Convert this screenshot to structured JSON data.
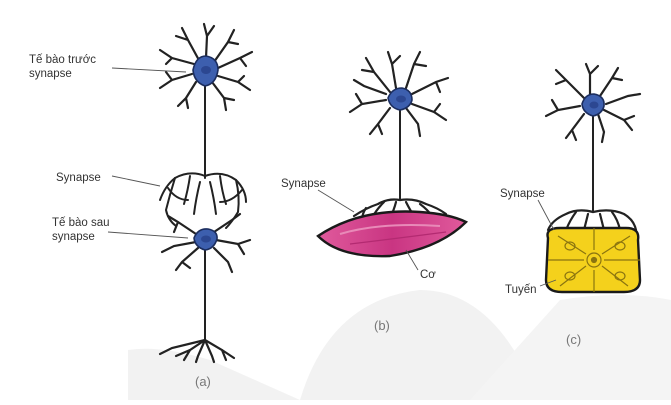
{
  "labels": {
    "presynaptic_line1": "Tế bào trước",
    "presynaptic_line2": "synapse",
    "synapse_a": "Synapse",
    "postsynaptic_line1": "Tế bào sau",
    "postsynaptic_line2": "synapse",
    "synapse_b": "Synapse",
    "muscle": "Cơ",
    "synapse_c": "Synapse",
    "gland": "Tuyến"
  },
  "captions": {
    "a": "(a)",
    "b": "(b)",
    "c": "(c)"
  },
  "colors": {
    "nucleus": "#3d5fae",
    "muscle": "#d94b93",
    "gland": "#f4d11c",
    "ink": "#222222",
    "watermark": "#f1f1f1"
  }
}
